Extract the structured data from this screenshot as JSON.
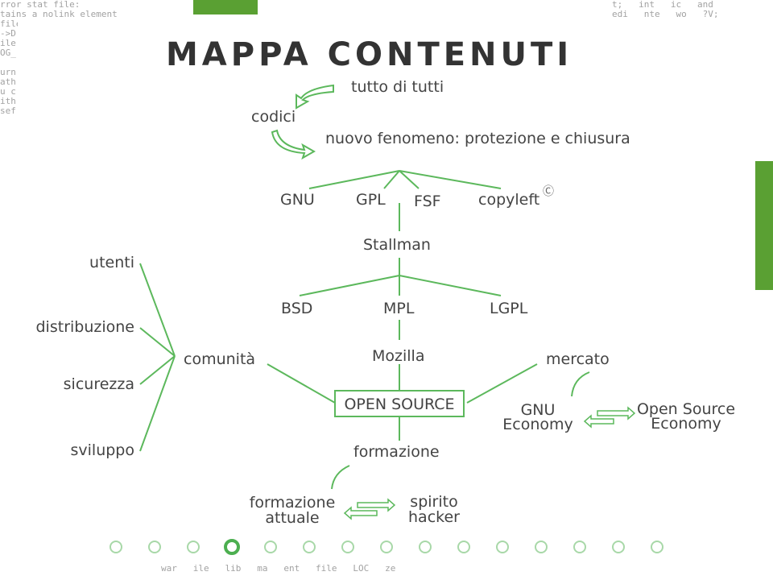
{
  "title": "MAPPA CONTENUTI",
  "nodes": {
    "tutto_di_tutti": "tutto di tutti",
    "codici": "codici",
    "nuovo_fenomeno": "nuovo fenomeno: protezione e chiusura",
    "gnu": "GNU",
    "gpl": "GPL",
    "fsf": "FSF",
    "copyleft": "copyleft",
    "copyleft_symbol": "Ⓒ",
    "stallman": "Stallman",
    "utenti": "utenti",
    "distribuzione": "distribuzione",
    "sicurezza": "sicurezza",
    "sviluppo": "sviluppo",
    "comunita": "comunità",
    "bsd": "BSD",
    "mpl": "MPL",
    "lgpl": "LGPL",
    "mozilla": "Mozilla",
    "mercato": "mercato",
    "open_source": "OPEN SOURCE",
    "gnu_economy_1": "GNU",
    "gnu_economy_2": "Economy",
    "ose_1": "Open Source",
    "ose_2": "Economy",
    "formazione": "formazione",
    "formazione_attuale_1": "formazione",
    "formazione_attuale_2": "attuale",
    "spirito_hacker_1": "spirito",
    "spirito_hacker_2": "hacker"
  },
  "colors": {
    "line": "#5cb85c",
    "text": "#444444",
    "title": "#333333",
    "accent_green": "#4caf50"
  },
  "pagination": {
    "total": 15,
    "active": 4
  },
  "deco": {
    "code_top_left": "rror stat file:\ntains a nolink element\nfile\n->D\nile\nOG_\n\nurn\nath\nu c\nith\nsef",
    "code_top_right": "t;   int   ic   and\nedi   nte   wo   ?V;\nrre   e f   Li   c Lic",
    "code_bottom": "war   ile   lib   ma   ent   file   LOC   ze"
  }
}
